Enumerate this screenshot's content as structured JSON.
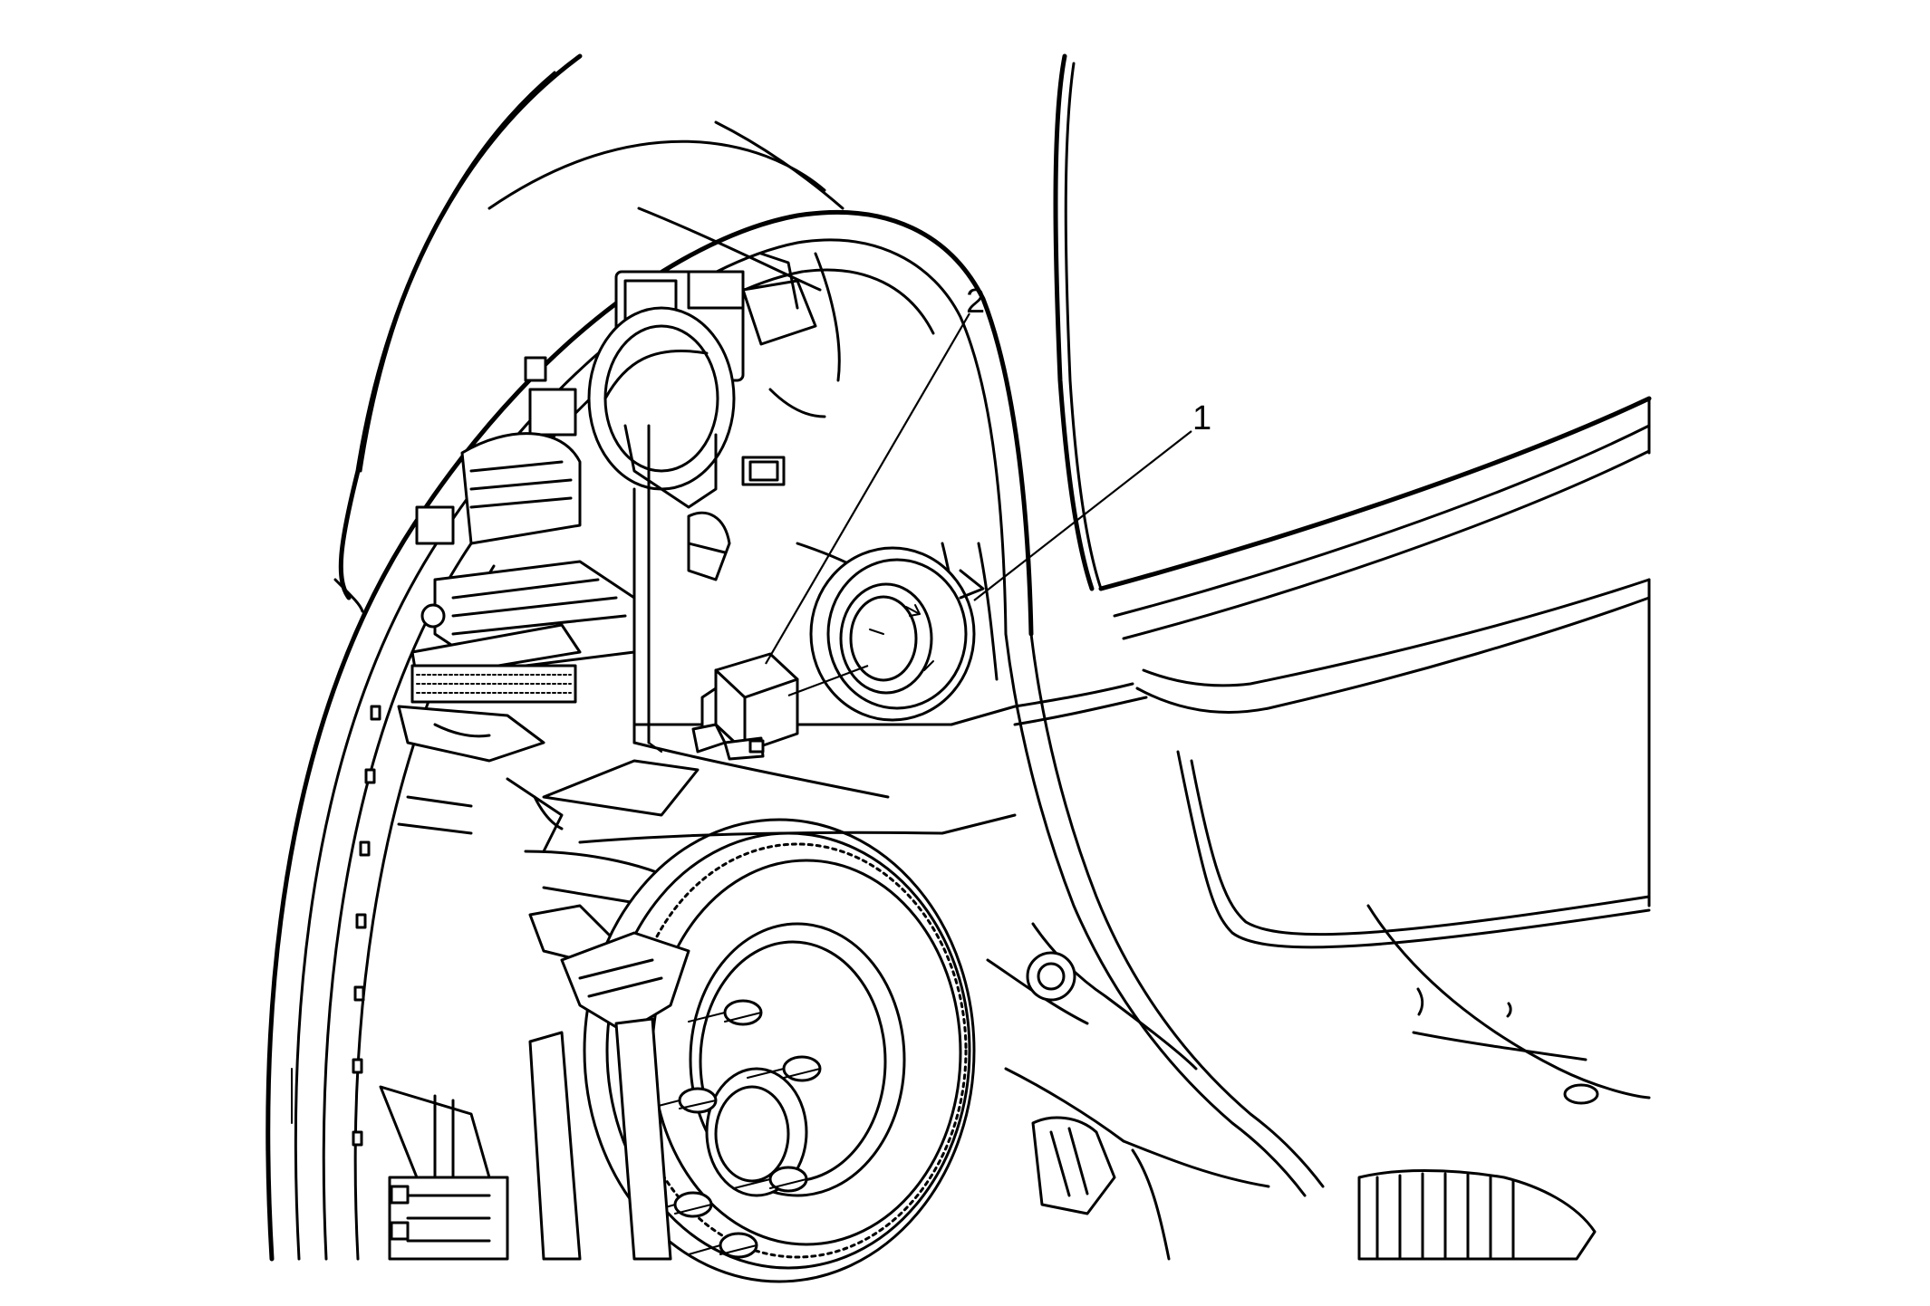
{
  "figure": {
    "callouts": [
      {
        "id": 1,
        "label": "1"
      },
      {
        "id": 2,
        "label": "2"
      }
    ]
  }
}
